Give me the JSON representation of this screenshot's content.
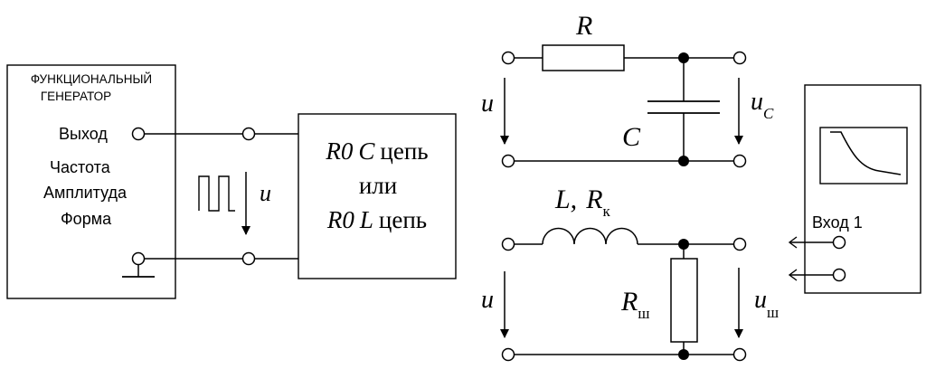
{
  "generator": {
    "title_line1": "ФУНКЦИОНАЛЬНЫЙ",
    "title_line2": "ГЕНЕРАТОР",
    "output_label": "Выход",
    "frequency_label": "Частота",
    "amplitude_label": "Амплитуда",
    "form_label": "Форма"
  },
  "signal_label": "u",
  "circuit_box": {
    "line1_sym": "R0",
    "line1_sym2": "C",
    "line1_word": "цепь",
    "line2": "или",
    "line3_sym": "R0",
    "line3_sym2": "L",
    "line3_word": "цепь"
  },
  "rc_circuit": {
    "resistor_label": "R",
    "capacitor_label": "C",
    "input_label": "u",
    "output_label": "u",
    "output_subscript": "C"
  },
  "rl_circuit": {
    "inductor_label": "L,",
    "inductor_resistance": "R",
    "inductor_resistance_subscript": "к",
    "shunt_label": "R",
    "shunt_subscript": "ш",
    "input_label": "u",
    "output_label": "u",
    "output_subscript": "ш"
  },
  "oscilloscope": {
    "input1_label": "Вход 1"
  }
}
